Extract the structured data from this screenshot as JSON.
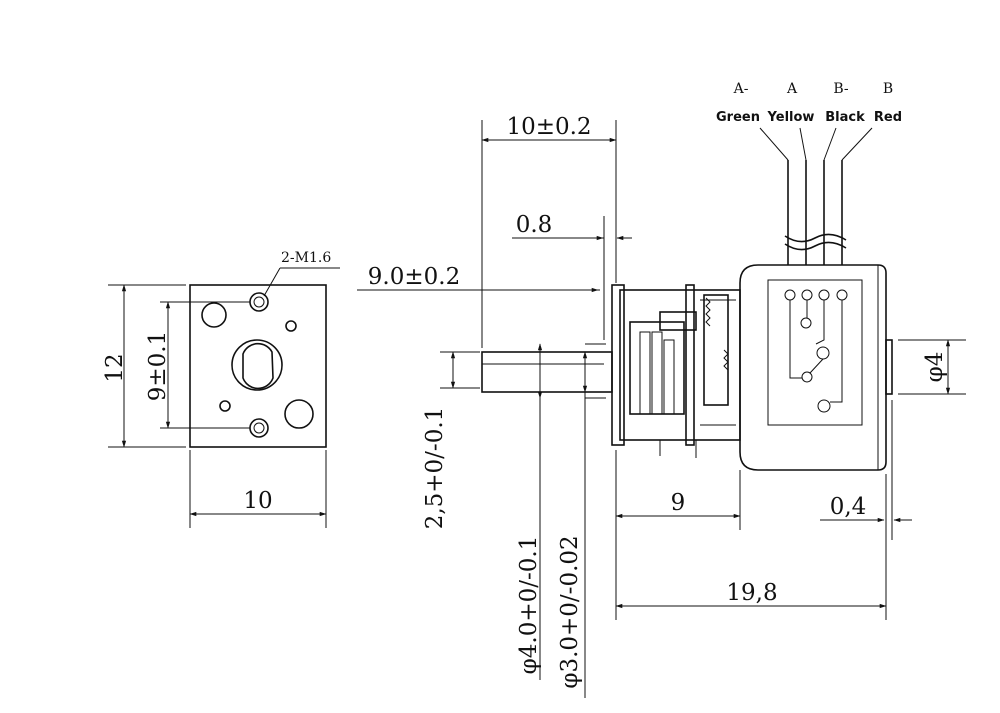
{
  "labels": {
    "thread": "2-M1.6",
    "height": "12",
    "hole_spacing": "9±0.1",
    "width": "10",
    "shaft_length": "10±0.2",
    "plate": "0.8",
    "shaft_exposed": "9.0±0.2",
    "flat": "2,5+0/-0.1",
    "boss_dia": "φ4.0+0/-0.1",
    "shaft_dia": "φ3.0+0/-0.02",
    "gearbox": "9",
    "rear_boss_dia": "φ4",
    "rear_gap": "0,4",
    "total_length": "19,8"
  },
  "wires": [
    {
      "pin": "A-",
      "color": "Green"
    },
    {
      "pin": "A",
      "color": "Yellow"
    },
    {
      "pin": "B-",
      "color": "Black"
    },
    {
      "pin": "B",
      "color": "Red"
    }
  ]
}
